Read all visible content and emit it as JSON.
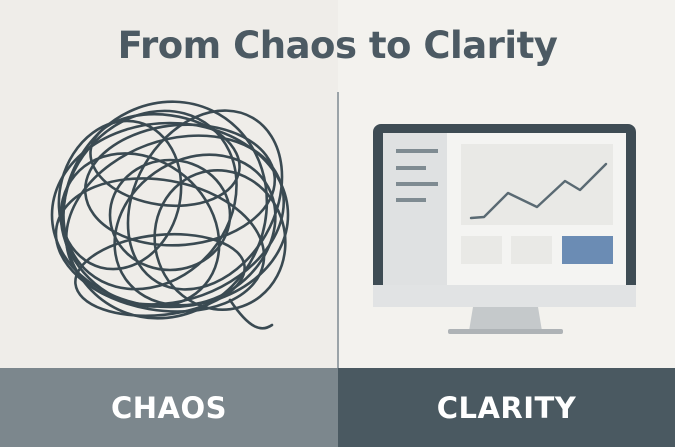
{
  "title": "From Chaos to Clarity",
  "left_label": "CHAOS",
  "right_label": "CLARITY",
  "colors": {
    "ink": "#3a4a52",
    "title": "#4c5a63",
    "chaos_footer": "#7c878d",
    "clarity_footer": "#4a5961",
    "monitor_frame": "#3e4c54",
    "accent_button": "#6b8cb4"
  },
  "icons": [
    "tangled-scribble-icon",
    "monitor-dashboard-icon",
    "line-chart-icon"
  ]
}
